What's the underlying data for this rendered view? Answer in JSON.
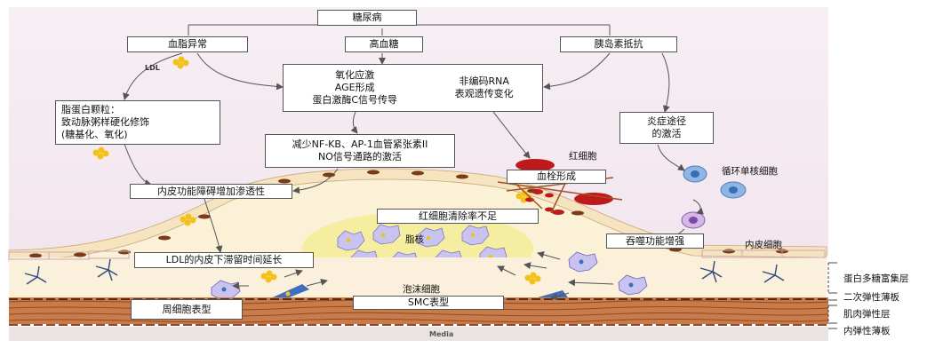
{
  "title_box": "糖尿病",
  "causes": {
    "left": "血脂异常",
    "center": "高血糖",
    "right": "胰岛素抵抗"
  },
  "mechanism_box": {
    "left_lines": [
      "氧化应激",
      "AGE形成",
      "蛋白激酶C信号传导"
    ],
    "right_lines": [
      "非编码RNA",
      "表观遗传变化"
    ]
  },
  "ldl_label": "LDL",
  "lipoprotein_box": [
    "脂蛋白颗粒：",
    "致动脉粥样硬化修饰",
    "(糖基化、氧化)"
  ],
  "nfkb_box": [
    "减少NF-KB、AP-1血管紧张素II",
    "NO信号通路的激活"
  ],
  "inflammation_box": [
    "炎症途径",
    "的激活"
  ],
  "endothelial_box": "内皮功能障碍增加渗透性",
  "rbc_label": "红细胞",
  "thrombus_box": "血栓形成",
  "monocyte_label": "循环单核细胞",
  "rbc_clearance_box": "红细胞清除率不足",
  "lipid_core_label": "脂核",
  "phagocytosis_box": "吞噬功能增强",
  "endothelial_cell_label": "内皮细胞",
  "ldl_retention_box": "LDL的内皮下滞留时间延长",
  "foam_cell_label": "泡沫细胞",
  "smc_box": "SMC表型",
  "pericyte_box": "周细胞表型",
  "media_label": "Media",
  "layer_labels": [
    "蛋白多糖富集层",
    "二次弹性薄板",
    "肌肉弹性层",
    "内弹性薄板"
  ],
  "colors": {
    "endothelium": "#f7e7c8",
    "nucleus": "#7a3b1a",
    "lumen_bg": "#f5eef3",
    "plaque": "#fbf3dd",
    "lipid_core": "#f6efa0",
    "rbc": "#c0191c",
    "ldl": "#f3c21a",
    "monocyte": "#6fa0d8",
    "smc": "#c76a3e",
    "media_layer": "#c97b4a"
  }
}
